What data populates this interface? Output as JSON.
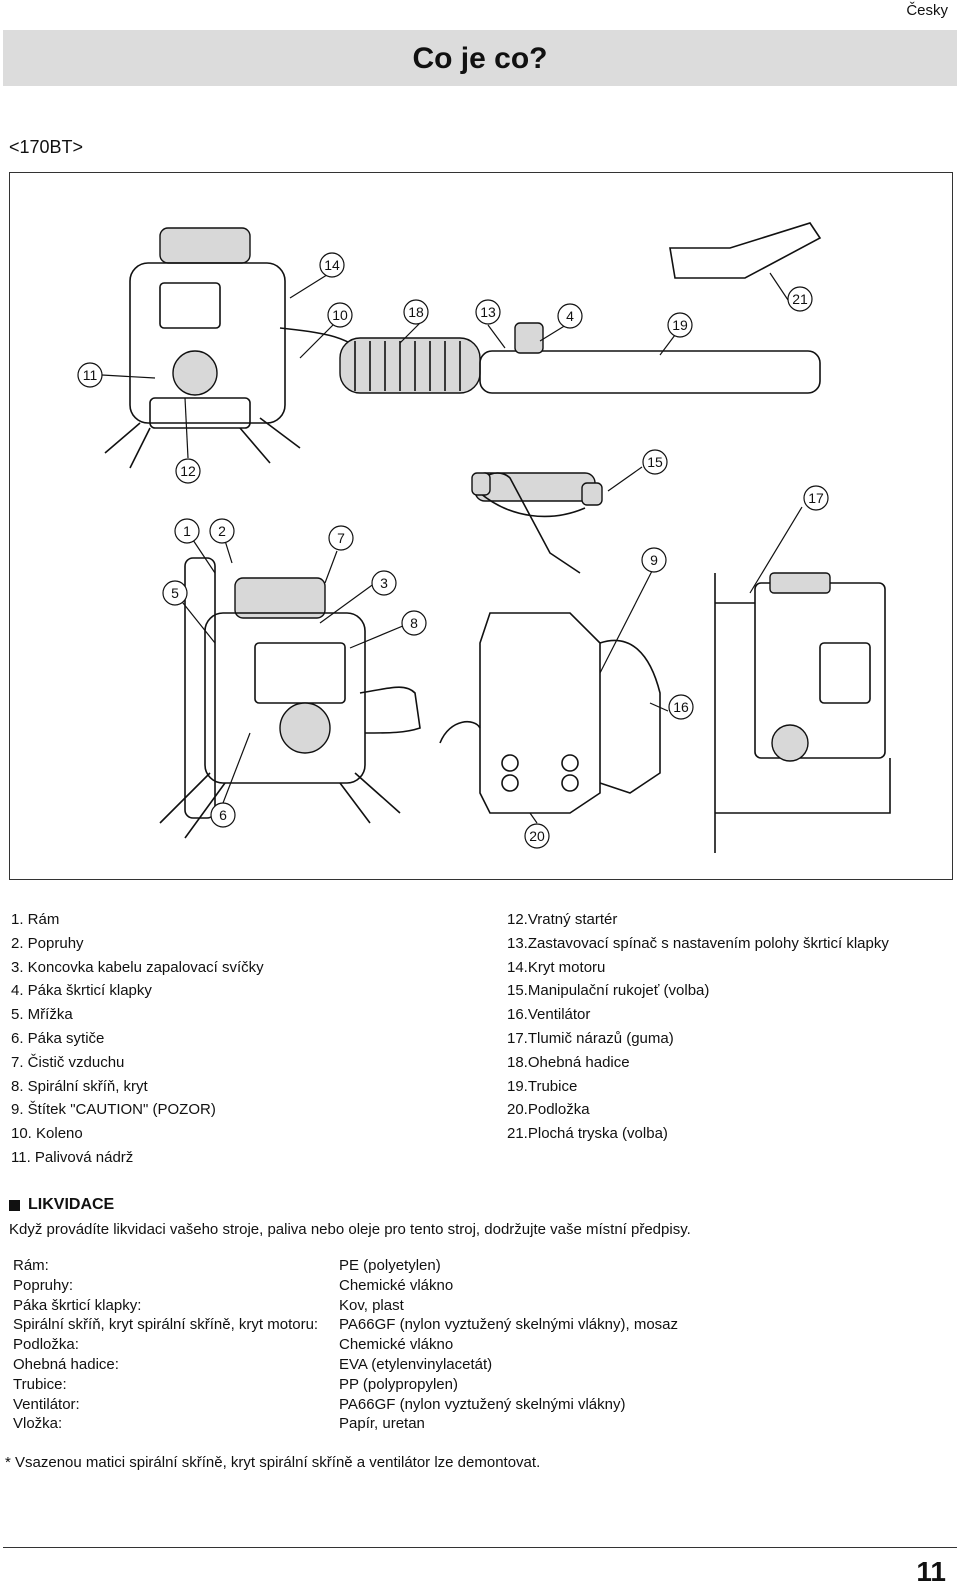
{
  "header": {
    "language": "Česky"
  },
  "title": "Co je co?",
  "model": "<170BT>",
  "figure": {
    "callouts": [
      "1",
      "2",
      "3",
      "4",
      "5",
      "6",
      "7",
      "8",
      "9",
      "10",
      "11",
      "12",
      "13",
      "14",
      "15",
      "16",
      "17",
      "18",
      "19",
      "20",
      "21"
    ]
  },
  "parts_left": [
    "1.  Rám",
    "2.  Popruhy",
    "3.  Koncovka kabelu zapalovací svíčky",
    "4.   Páka škrticí klapky",
    "5.  Mřížka",
    "6.  Páka sytiče",
    "7.  Čistič vzduchu",
    "8.  Spirální skříň, kryt",
    "9.  Štítek \"CAUTION\" (POZOR)",
    "10.  Koleno",
    "11.  Palivová nádrž"
  ],
  "parts_right": [
    "12.Vratný startér",
    "13.Zastavovací spínač s nastavením polohy škrticí klapky",
    "14.Kryt motoru",
    "15.Manipulační rukojeť (volba)",
    "16.Ventilátor",
    "17.Tlumič nárazů (guma)",
    "18.Ohebná hadice",
    "19.Trubice",
    "20.Podložka",
    "21.Plochá tryska (volba)"
  ],
  "disposal": {
    "heading": "LIKVIDACE",
    "text": "Když provádíte likvidaci vašeho stroje, paliva nebo oleje pro tento stroj, dodržujte vaše místní předpisy."
  },
  "materials": [
    {
      "part": "Rám:",
      "material": "PE (polyetylen)"
    },
    {
      "part": "Popruhy:",
      "material": "Chemické vlákno"
    },
    {
      "part": "Páka škrticí klapky:",
      "material": "Kov, plast"
    },
    {
      "part": "Spirální skříň, kryt spirální skříně, kryt motoru:",
      "material": "PA66GF (nylon vyztužený skelnými vlákny), mosaz"
    },
    {
      "part": "Podložka:",
      "material": "Chemické vlákno"
    },
    {
      "part": "Ohebná hadice:",
      "material": "EVA (etylenvinylacetát)"
    },
    {
      "part": "Trubice:",
      "material": "PP (polypropylen)"
    },
    {
      "part": "Ventilátor:",
      "material": "PA66GF (nylon vyztužený skelnými vlákny)"
    },
    {
      "part": "Vložka:",
      "material": "Papír, uretan"
    }
  ],
  "note": "* Vsazenou matici spirální skříně, kryt spirální skříně a ventilátor lze demontovat.",
  "page_number": "11"
}
